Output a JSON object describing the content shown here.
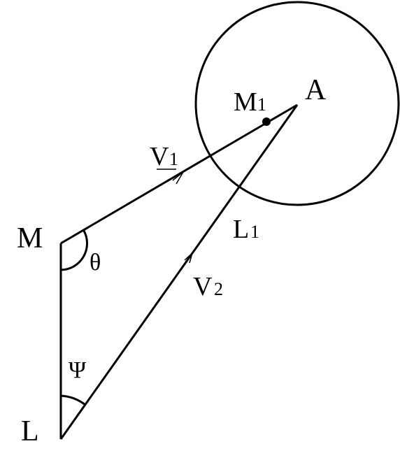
{
  "diagram": {
    "points": {
      "A": "A",
      "M": "M",
      "L": "L",
      "M1_main": "M",
      "M1_sub": "1"
    },
    "vectors": {
      "V1_main": "V",
      "V1_sub": "1",
      "V2_main": "V",
      "V2_sub": "2"
    },
    "lines": {
      "L1_main": "L",
      "L1_sub": "1"
    },
    "angles": {
      "theta": "θ",
      "psi": "Ψ"
    },
    "colors": {
      "stroke": "#000000",
      "background": "#ffffff"
    }
  }
}
